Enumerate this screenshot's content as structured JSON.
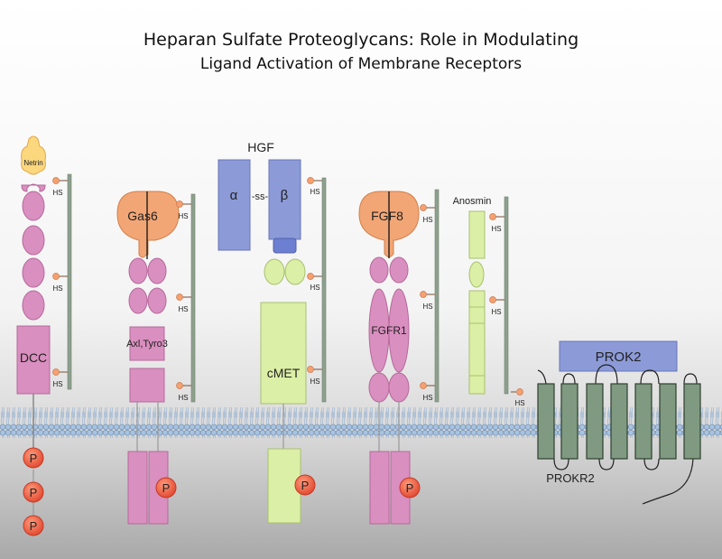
{
  "title": "Heparan Sulfate Proteoglycans: Role in Modulating",
  "subtitle": "Ligand Activation of Membrane Receptors",
  "hs_label": "HS",
  "phospho_label": "P",
  "receptors": {
    "dcc": {
      "ligand": "Netrin",
      "receptor": "DCC"
    },
    "axl": {
      "ligand": "Gas6",
      "receptor": "Axl,Tyro3"
    },
    "cmet": {
      "ligand": "HGF",
      "alpha": "α",
      "ss": "-ss-",
      "beta": "β",
      "receptor": "cMET"
    },
    "fgfr": {
      "ligand": "FGF8",
      "receptor": "FGFR1"
    },
    "anosmin": {
      "label": "Anosmin"
    },
    "prok": {
      "ligand": "PROK2",
      "receptor": "PROKR2"
    }
  },
  "colors": {
    "receptor_pink": "#d98fbf",
    "ligand_orange": "#f2a676",
    "hgf_blue": "#8c9ad8",
    "cmet_green": "#dcefa6",
    "prokr_green": "#7f9a80",
    "membrane_blue": "#a9c3df",
    "proteoglycan_grey": "#8ea08e",
    "phospho_red": "#e8503a",
    "netrin_yellow": "#fbd77e"
  }
}
